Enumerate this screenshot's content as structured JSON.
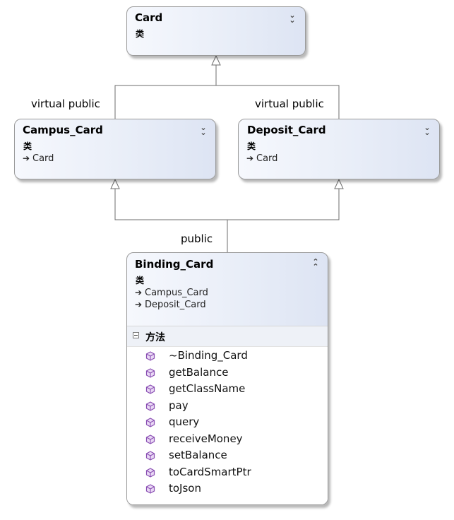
{
  "classes": {
    "card": {
      "name": "Card",
      "kind": "类"
    },
    "campus_card": {
      "name": "Campus_Card",
      "kind": "类",
      "bases": [
        "Card"
      ]
    },
    "deposit_card": {
      "name": "Deposit_Card",
      "kind": "类",
      "bases": [
        "Card"
      ]
    },
    "binding_card": {
      "name": "Binding_Card",
      "kind": "类",
      "bases": [
        "Campus_Card",
        "Deposit_Card"
      ],
      "section_title": "方法",
      "methods": [
        "~Binding_Card",
        "getBalance",
        "getClassName",
        "pay",
        "query",
        "receiveMoney",
        "setBalance",
        "toCardSmartPtr",
        "toJson"
      ]
    }
  },
  "edges": {
    "campus_inherit": "virtual public",
    "deposit_inherit": "virtual public",
    "binding_inherit": "public"
  },
  "glyphs": {
    "inherits_arrow": "➔",
    "expand": "expand-chevron",
    "collapse": "collapse-chevron"
  },
  "colors": {
    "box_border": "#9a9a9a",
    "box_fill_start": "#f6f8fd",
    "box_fill_end": "#dde4f3",
    "method_icon": "#8a4fb3"
  }
}
